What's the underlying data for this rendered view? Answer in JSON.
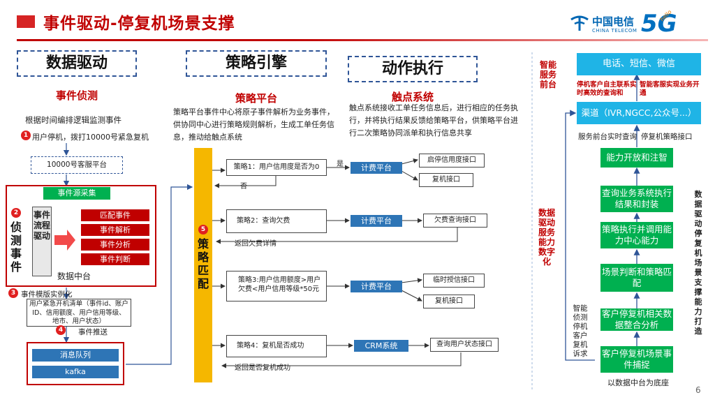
{
  "header": {
    "title": "事件驱动-停复机场景支撑",
    "logo_name": "中国电信",
    "logo_sub": "CHINA TELECOM",
    "logo_5g": "5G",
    "logo_hello": "hello",
    "page_number": "6"
  },
  "colors": {
    "brand_red": "#c00000",
    "frame_blue": "#2f5597",
    "green": "#00b050",
    "yellow": "#f5b700",
    "cyan": "#1fb4e6"
  },
  "col1": {
    "head": "数据驱动",
    "sub": "事件侦测",
    "desc": "根据时间编排逻辑监测事件",
    "step1_num": "1",
    "step1_text": "用户停机，拨打10000号紧急复机",
    "platform": "10000号客服平台",
    "event_source": "事件源采集",
    "step2_num": "2",
    "detect_label": "侦测事件",
    "flow_label": "事件流程驱动",
    "items": [
      "匹配事件",
      "事件解析",
      "事件分析",
      "事件判断"
    ],
    "data_center": "数据中台",
    "step3_num": "3",
    "step3_text": "事件模版实例化",
    "instance_text": "用户紧急开机清单（事件id、账户ID、信用额度、用户信用等级、地市、用户状态）",
    "step4_num": "4",
    "step4_text": "事件推送",
    "queue": "消息队列",
    "kafka": "kafka"
  },
  "col2": {
    "head": "策略引擎",
    "sub": "策略平台",
    "desc": "策略平台事件中心将原子事件解析为业务事件，供协同中心进行策略规则解析，生成工单任务信息，推动给触点系统",
    "step5_num": "5",
    "match_label": "策略匹配",
    "strategies": [
      {
        "text": "策略1：用户信用度是否为0",
        "yes": "是",
        "no": "否"
      },
      {
        "text": "策略2：查询欠费",
        "back": "返回欠费详情"
      },
      {
        "text": "策略3:用户信用额度>用户欠费<用户信用等级*50元"
      },
      {
        "text": "策略4：复机是否成功",
        "back": "返回是否复机成功"
      }
    ]
  },
  "col3": {
    "head": "动作执行",
    "sub": "触点系统",
    "desc": "触点系统接收工单任务信息后，进行相应的任务执行，并将执行结果反馈给策略平台，供策略平台进行二次策略协同派单和执行信息共享",
    "platforms": [
      "计费平台",
      "计费平台",
      "计费平台",
      "CRM系统"
    ],
    "interfaces": {
      "s1": [
        "启停信用度接口",
        "复机接口"
      ],
      "s2": [
        "欠费查询接口"
      ],
      "s3": [
        "临时授信接口",
        "复机接口"
      ],
      "s4": [
        "查询用户状态接口"
      ]
    }
  },
  "right": {
    "front_label": "智能服务前台",
    "channels_top": "电话、短信、微信",
    "note_left": "停机客户自主联系实时高效的查询和",
    "note_right": "智能客服实现业务开通",
    "channel": "渠道（IVR,NGCC,公众号...）",
    "front_query": "服务前台实时查询",
    "stop_iface": "停复机策略接口",
    "mid_label": "数据驱动服务能力数字化",
    "steps": [
      "能力开放和注智",
      "查询业务系统执行结果和封装",
      "策略执行并调用能力中心能力",
      "场景判断和策略匹配",
      "客户停复机相关数据整合分析",
      "客户停复机场景事件捕捉"
    ],
    "left_note": "智能侦测停机客户复机诉求",
    "bottom": "以数据中台为底座",
    "side_label": "数据驱动停复机场景支撑能力打造"
  }
}
